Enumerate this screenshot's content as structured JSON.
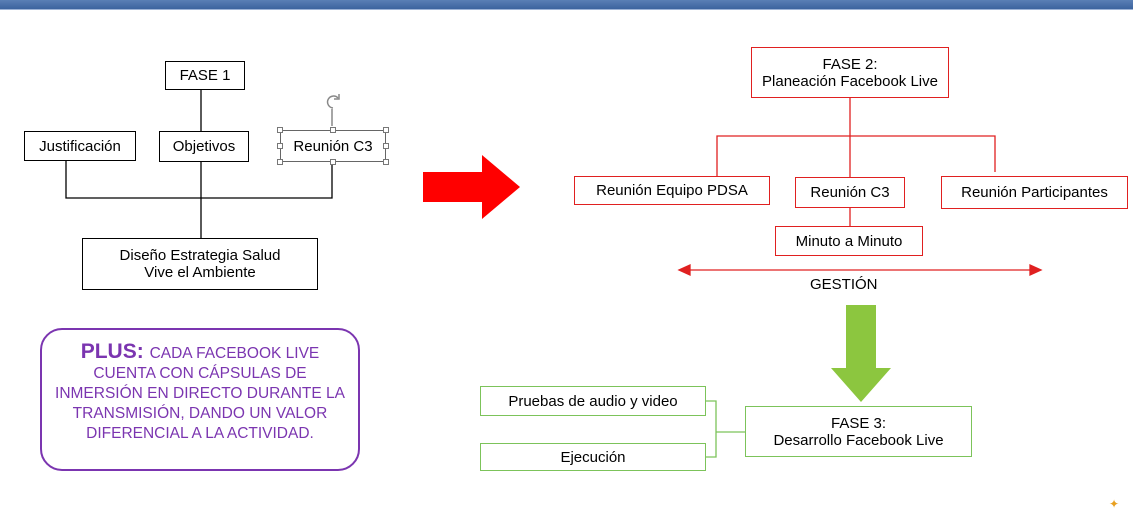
{
  "left_diagram": {
    "phase": "FASE 1",
    "justification": "Justificación",
    "objectives": "Objetivos",
    "meeting": "Reunión C3",
    "result_line1": "Diseño Estrategia Salud",
    "result_line2": "Vive el Ambiente"
  },
  "plus_note": {
    "heading": "PLUS:",
    "text": "CADA FACEBOOK LIVE CUENTA CON CÁPSULAS DE INMERSIÓN EN DIRECTO DURANTE LA TRANSMISIÓN, DANDO UN VALOR DIFERENCIAL A LA ACTIVIDAD."
  },
  "phase2": {
    "title_line1": "FASE 2:",
    "title_line2": "Planeación Facebook Live",
    "items": [
      "Reunión Equipo PDSA",
      "Reunión C3",
      "Reunión Participantes"
    ],
    "sub_item": "Minuto a Minuto",
    "axis_label": "GESTIÓN"
  },
  "phase3": {
    "title_line1": "FASE 3:",
    "title_line2": "Desarrollo Facebook Live",
    "items": [
      "Pruebas de audio y video",
      "Ejecución"
    ]
  },
  "colors": {
    "phase2_border": "#e02020",
    "phase3_border": "#7cc35a",
    "arrow_red": "#ff0000",
    "arrow_green": "#8cc63f",
    "plus_purple": "#7b35b0",
    "header_bar": "#4a6fa8"
  }
}
